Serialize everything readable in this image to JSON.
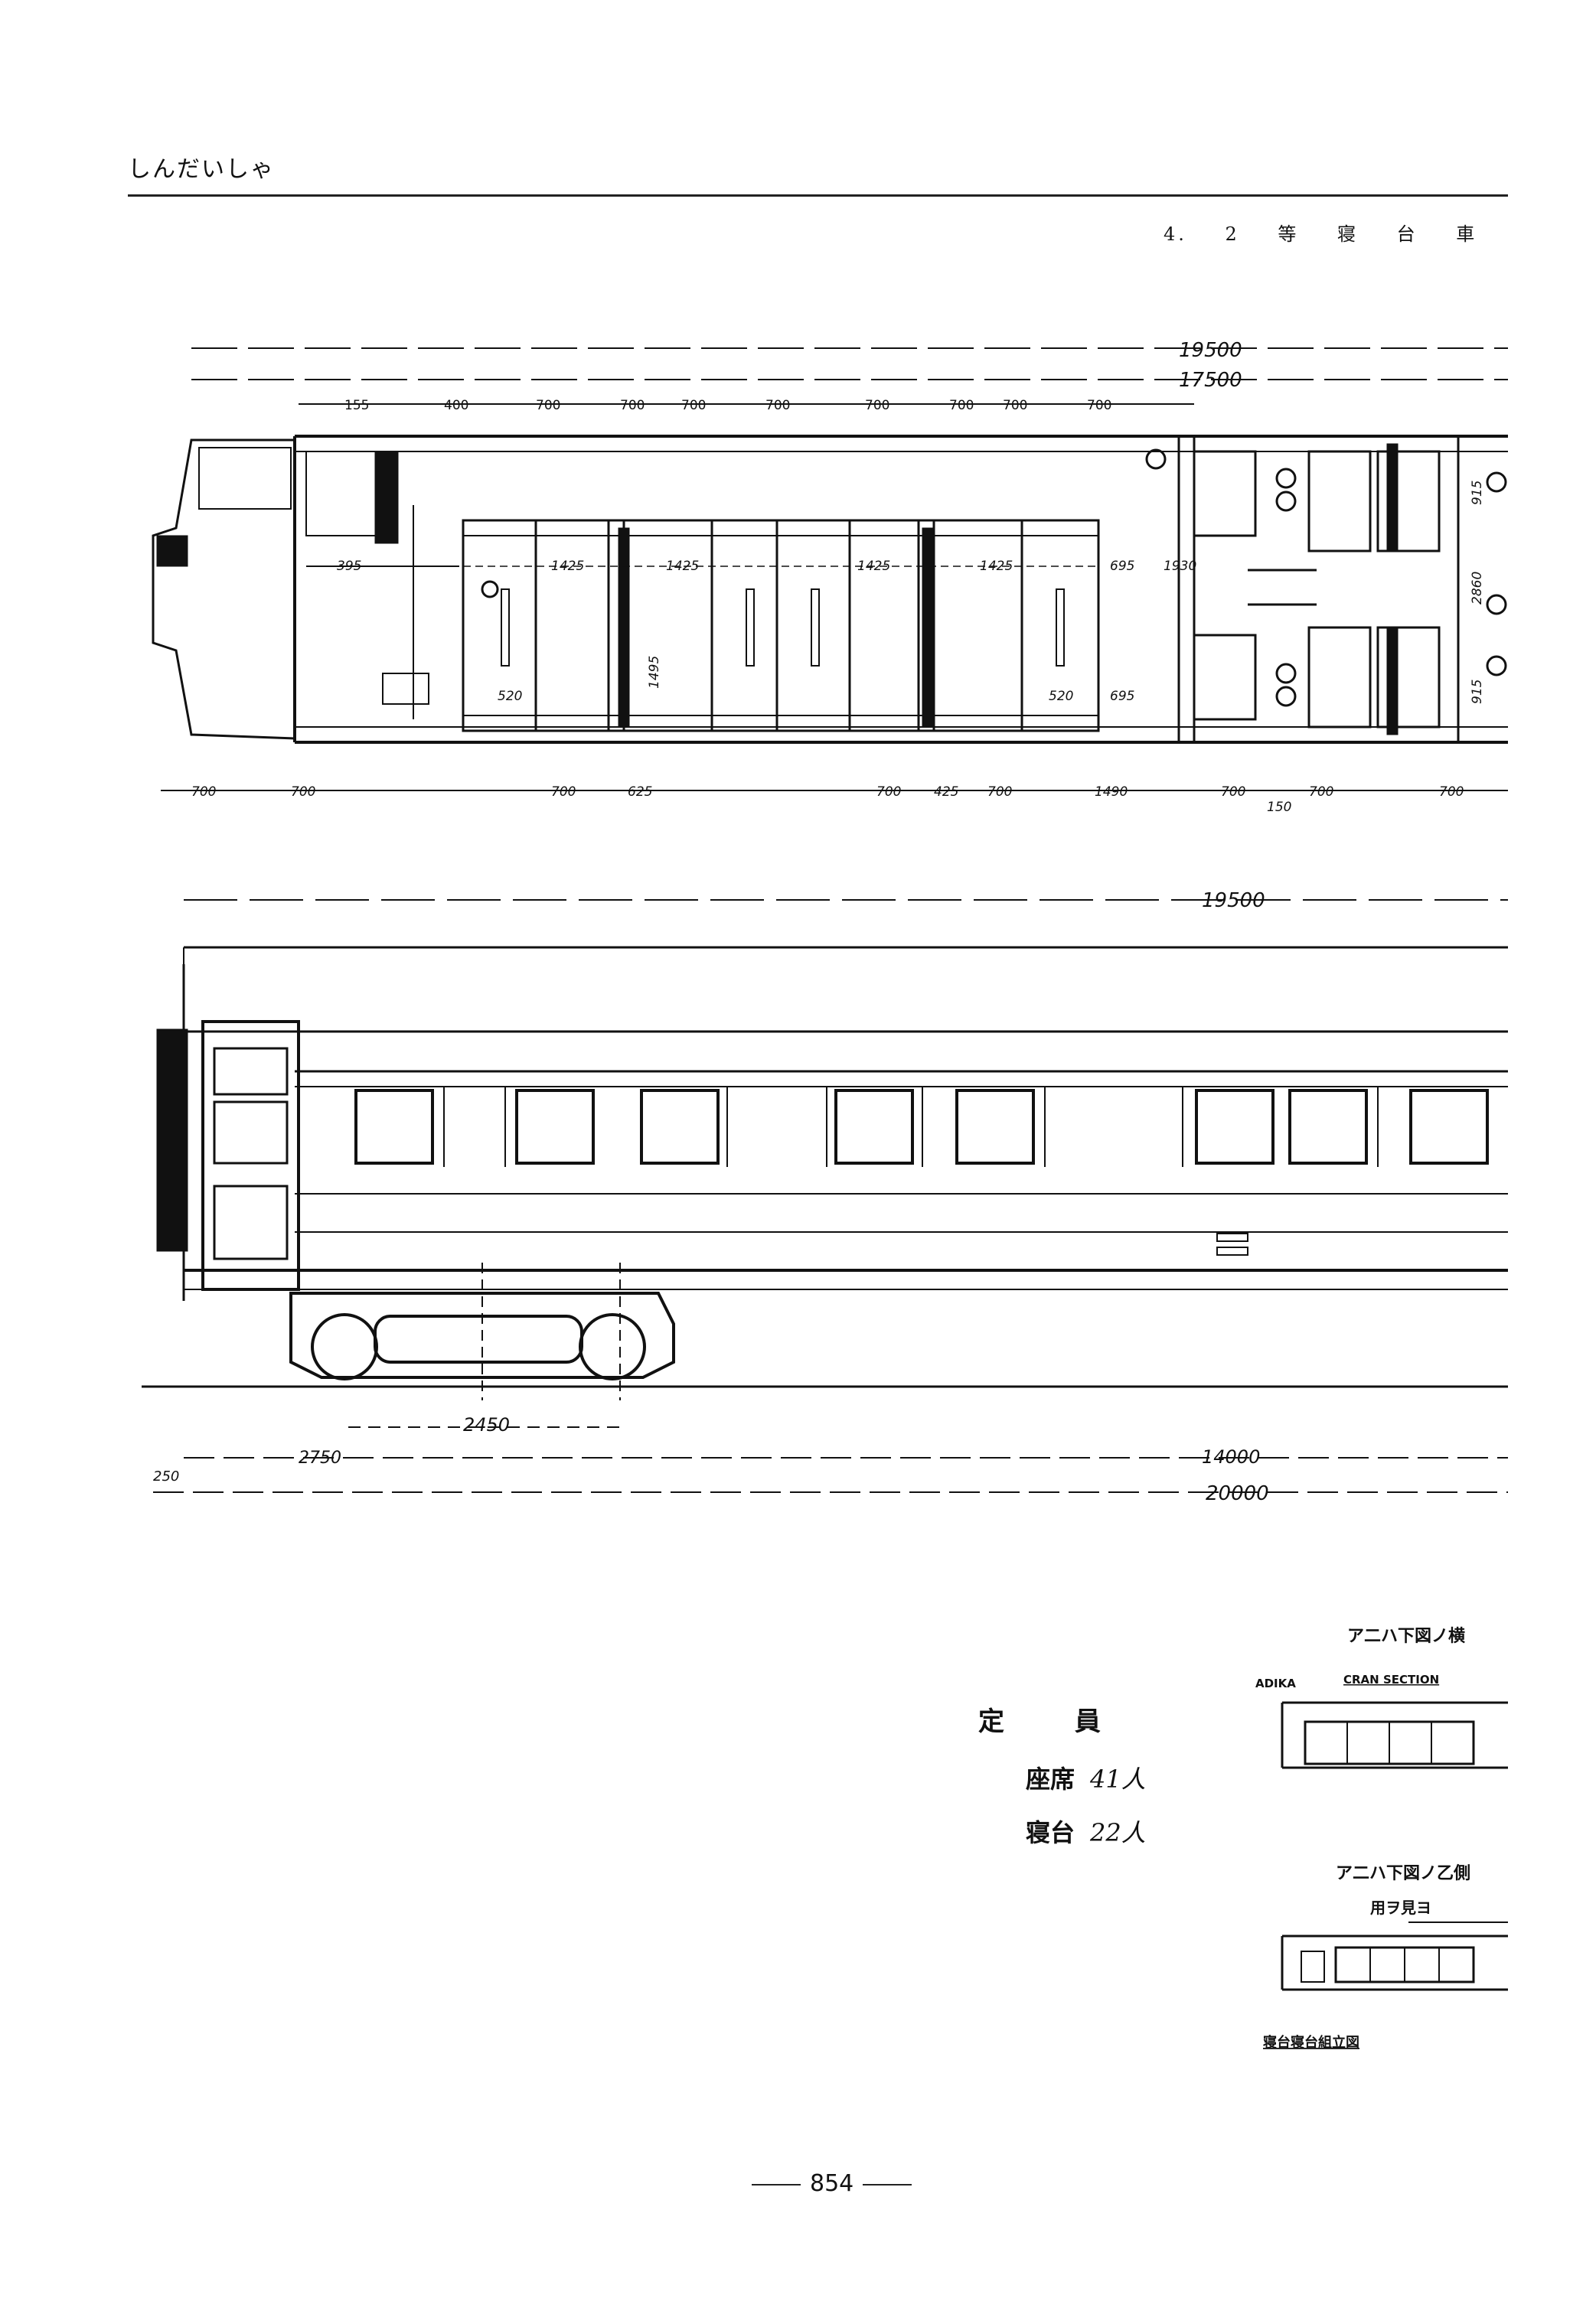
{
  "header": {
    "title": "しんだいしゃ",
    "section_caption": "4. 2 等 寝 台 車"
  },
  "plan_view": {
    "overall_length": "19500",
    "inner_length": "17500",
    "top_dims": [
      "155",
      "400",
      "700",
      "700",
      "700",
      "700",
      "700",
      "700",
      "700",
      "700"
    ],
    "bottom_dims": [
      "700",
      "700",
      "700",
      "625",
      "700",
      "425",
      "700",
      "1490",
      "700",
      "150",
      "700",
      "700"
    ],
    "berth_dims": [
      "1425",
      "1425",
      "1425",
      "1425"
    ],
    "misc_dims": [
      "395",
      "520",
      "520",
      "695",
      "695",
      "1930",
      "1495"
    ],
    "side_dims": [
      "915",
      "2860",
      "915"
    ]
  },
  "side_view": {
    "overall_length": "19500",
    "bogie_wheelbase": "2450",
    "bogie_offset": "2750",
    "bogie_center_distance": "14000",
    "length_over_couplers": "20000",
    "left_small_dim": "250"
  },
  "capacity": {
    "heading": "定 員",
    "seats_label": "座席",
    "seats_value": "41人",
    "berths_label": "寝台",
    "berths_value": "22人"
  },
  "insets": {
    "inset1_caption": "ア二ハ下図ノ横",
    "inset1_sub_left": "ADIKA",
    "inset1_sub_right": "CRAN SECTION",
    "inset2_caption": "ア二ハ下図ノ乙側",
    "inset2_sub": "用ヲ見ヨ",
    "inset2_bottom": "寝台寝台組立図"
  },
  "page_number": "854"
}
